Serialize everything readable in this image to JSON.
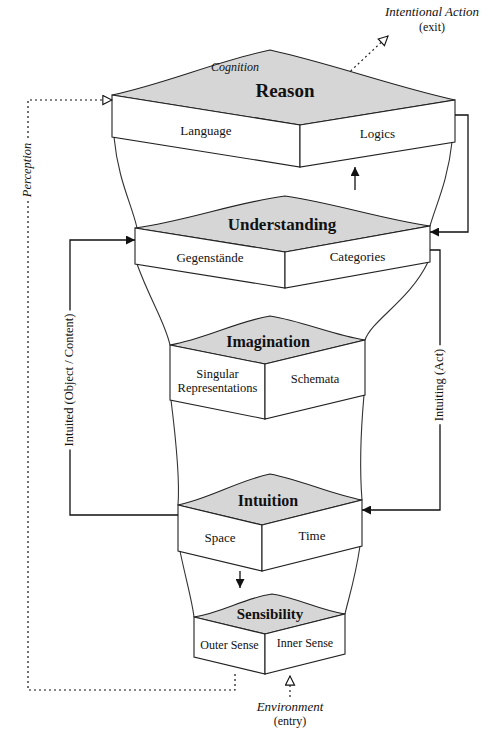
{
  "diagram": {
    "nodes": [
      {
        "text": [
          "Reason"
        ]
      },
      {
        "text": [
          "Language"
        ],
        "in": 0
      },
      {
        "text": [
          "Logics"
        ],
        "in": 0
      },
      {
        "text": [
          "Understanding"
        ]
      },
      {
        "text": [
          "Gegenstände"
        ],
        "in": 3
      },
      {
        "text": [
          "Categories"
        ],
        "in": 3
      },
      {
        "text": [
          "Imagination"
        ]
      },
      {
        "text": [
          "Singular Representations"
        ],
        "in": 6
      },
      {
        "text": [
          "Schemata"
        ],
        "in": 6
      },
      {
        "text": [
          "Intuition"
        ]
      },
      {
        "text": [
          "Space"
        ],
        "in": 9
      },
      {
        "text": [
          "Time"
        ],
        "in": 9
      },
      {
        "text": [
          "Sensibility"
        ]
      },
      {
        "text": [
          "Outer Sense"
        ],
        "in": 12
      },
      {
        "text": [
          "Inner Sense"
        ],
        "in": 12
      }
    ],
    "edges": [
      {
        "from": 3,
        "to": 0,
        "arrow": "to"
      },
      {
        "from": 0,
        "to": 3,
        "arrow": "to"
      },
      {
        "from": 3,
        "to": 9,
        "label": "Intuiting (Act)",
        "arrow": "to"
      },
      {
        "from": 9,
        "to": 3,
        "label": "Intuited (Object / Content)",
        "arrow": "to"
      },
      {
        "from": 9,
        "to": 12,
        "arrow": "to"
      },
      {
        "from": 12,
        "to": 0,
        "label": "Perception",
        "arrow": "to"
      }
    ],
    "labels": [
      "Cognition",
      "Intentional Action",
      "(exit)",
      "Environment",
      "(entry)"
    ]
  }
}
